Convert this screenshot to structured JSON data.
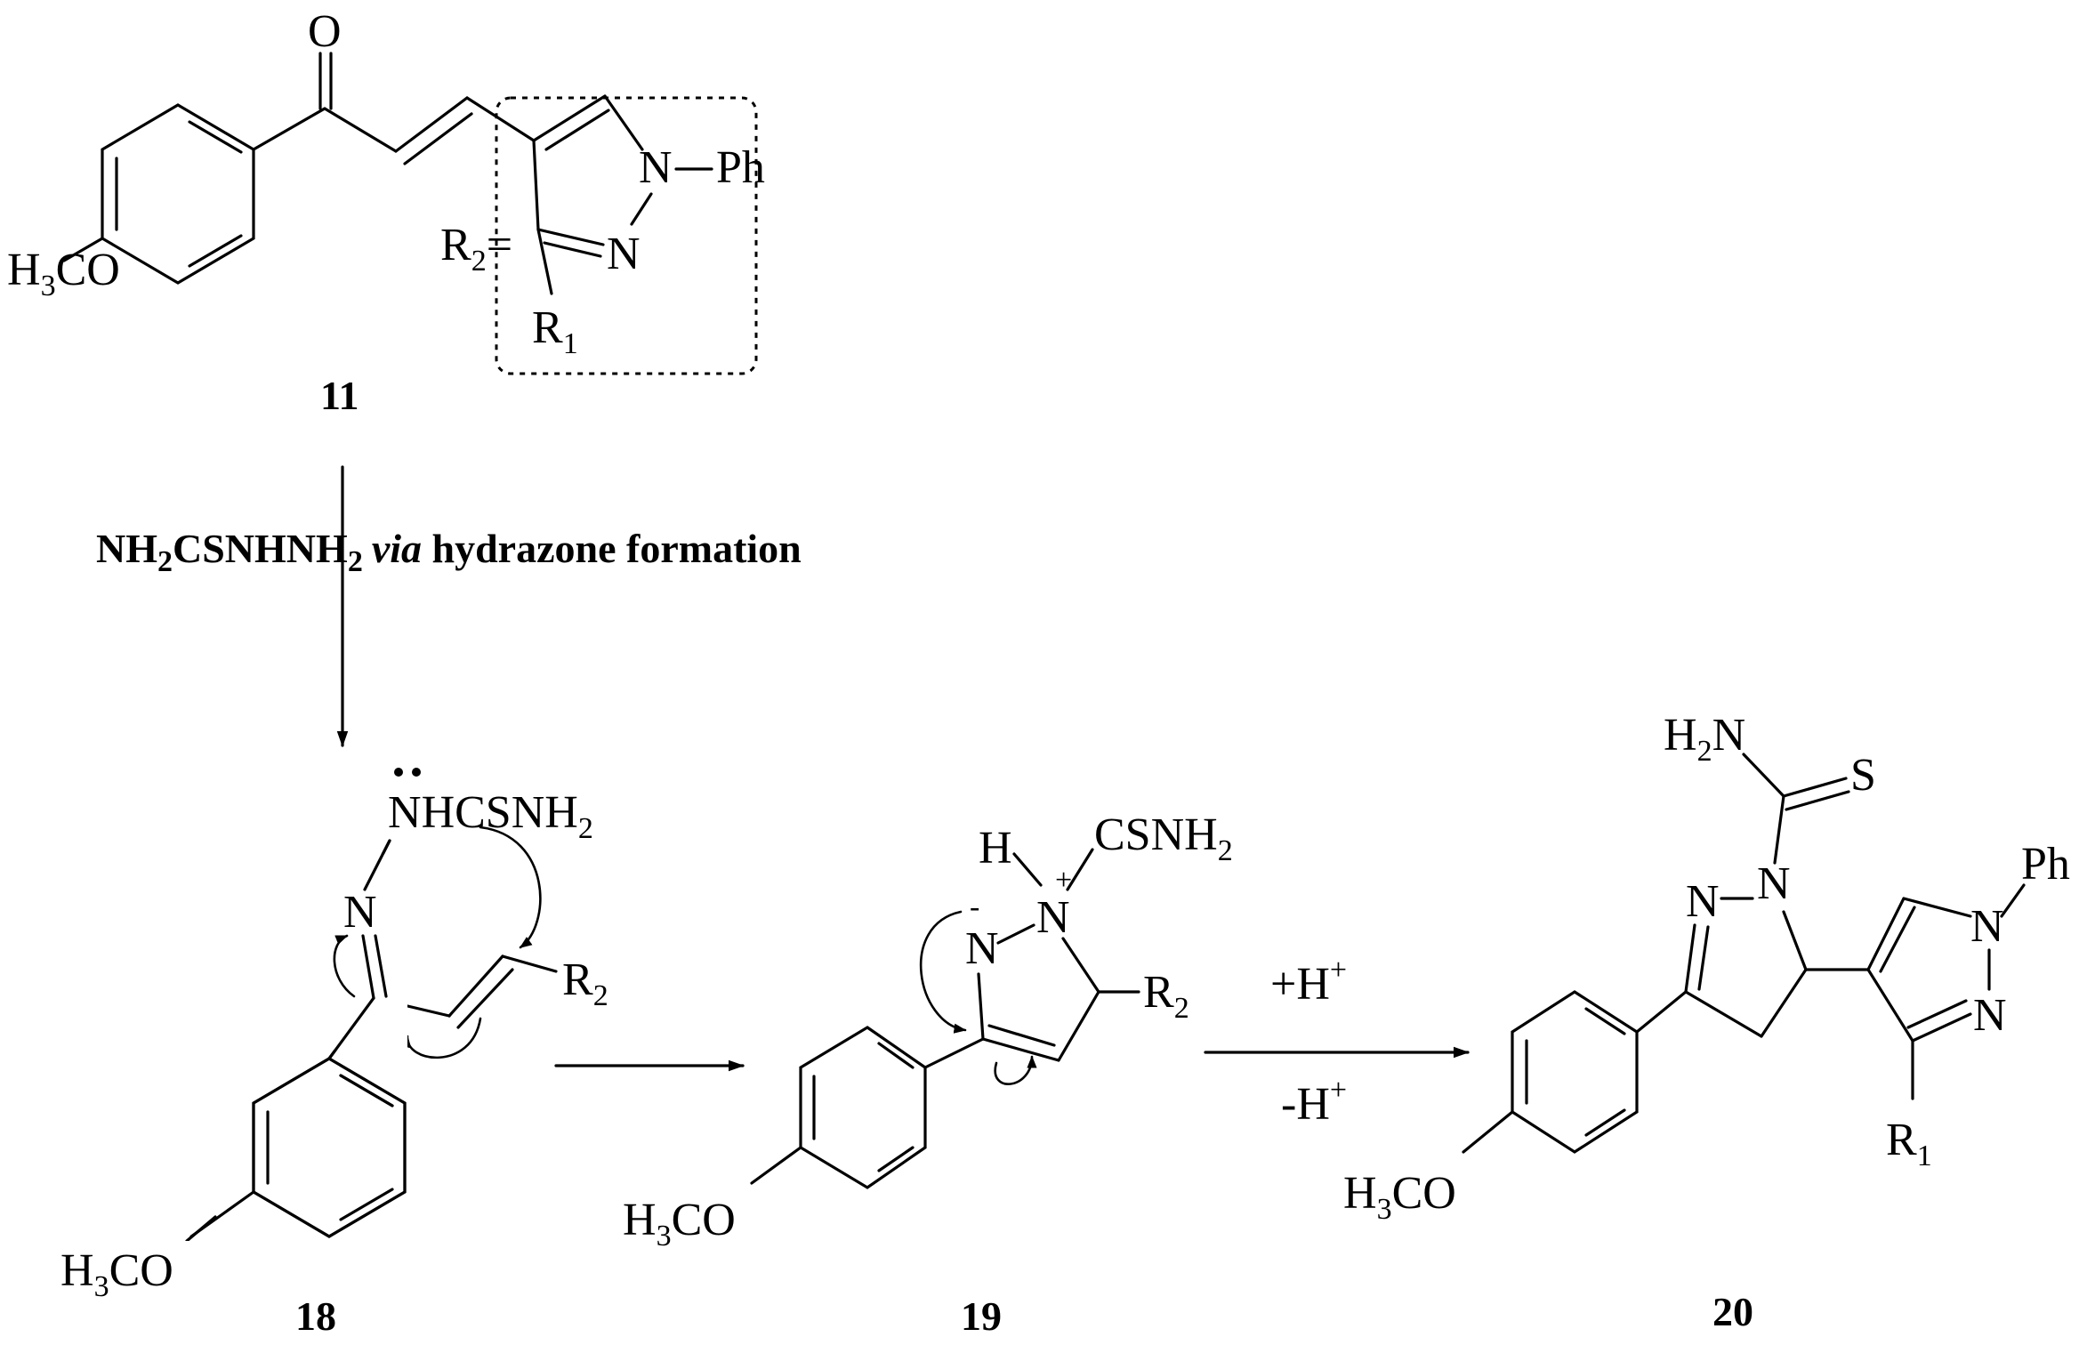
{
  "compounds": [
    {
      "id": "11",
      "label": "11"
    },
    {
      "id": "18",
      "label": "18"
    },
    {
      "id": "19",
      "label": "19"
    },
    {
      "id": "20",
      "label": "20"
    }
  ],
  "reagent": {
    "formula_prefix": "NH",
    "formula_sub": "2",
    "formula_suffix": "CSNHNH",
    "formula_sub2": "2",
    "italic_word": "via",
    "rest": " hydrazone formation"
  },
  "conditions": {
    "top_prefix": "+H",
    "top_sup": "+",
    "bottom_prefix": "-H",
    "bottom_sup": "+"
  },
  "atoms": {
    "O": "O",
    "N": "N",
    "Ph": "Ph",
    "R": "R",
    "H": "H",
    "S": "S",
    "C": "C",
    "H3CO_main": "H",
    "H3CO_sub": "3",
    "H3CO_tail": "CO",
    "R1_sub": "1",
    "R2_sub": "2",
    "R2_eq": "=",
    "CSNH_main": "CSNH",
    "CSNH_sub": "2",
    "NHCSNH_main": "HCSNH",
    "H2N_main": "H",
    "H2N_sub": "2",
    "H2N_tail": "N",
    "plus": "+",
    "minus": "-",
    "NPh": "N",
    "dash": "–"
  }
}
